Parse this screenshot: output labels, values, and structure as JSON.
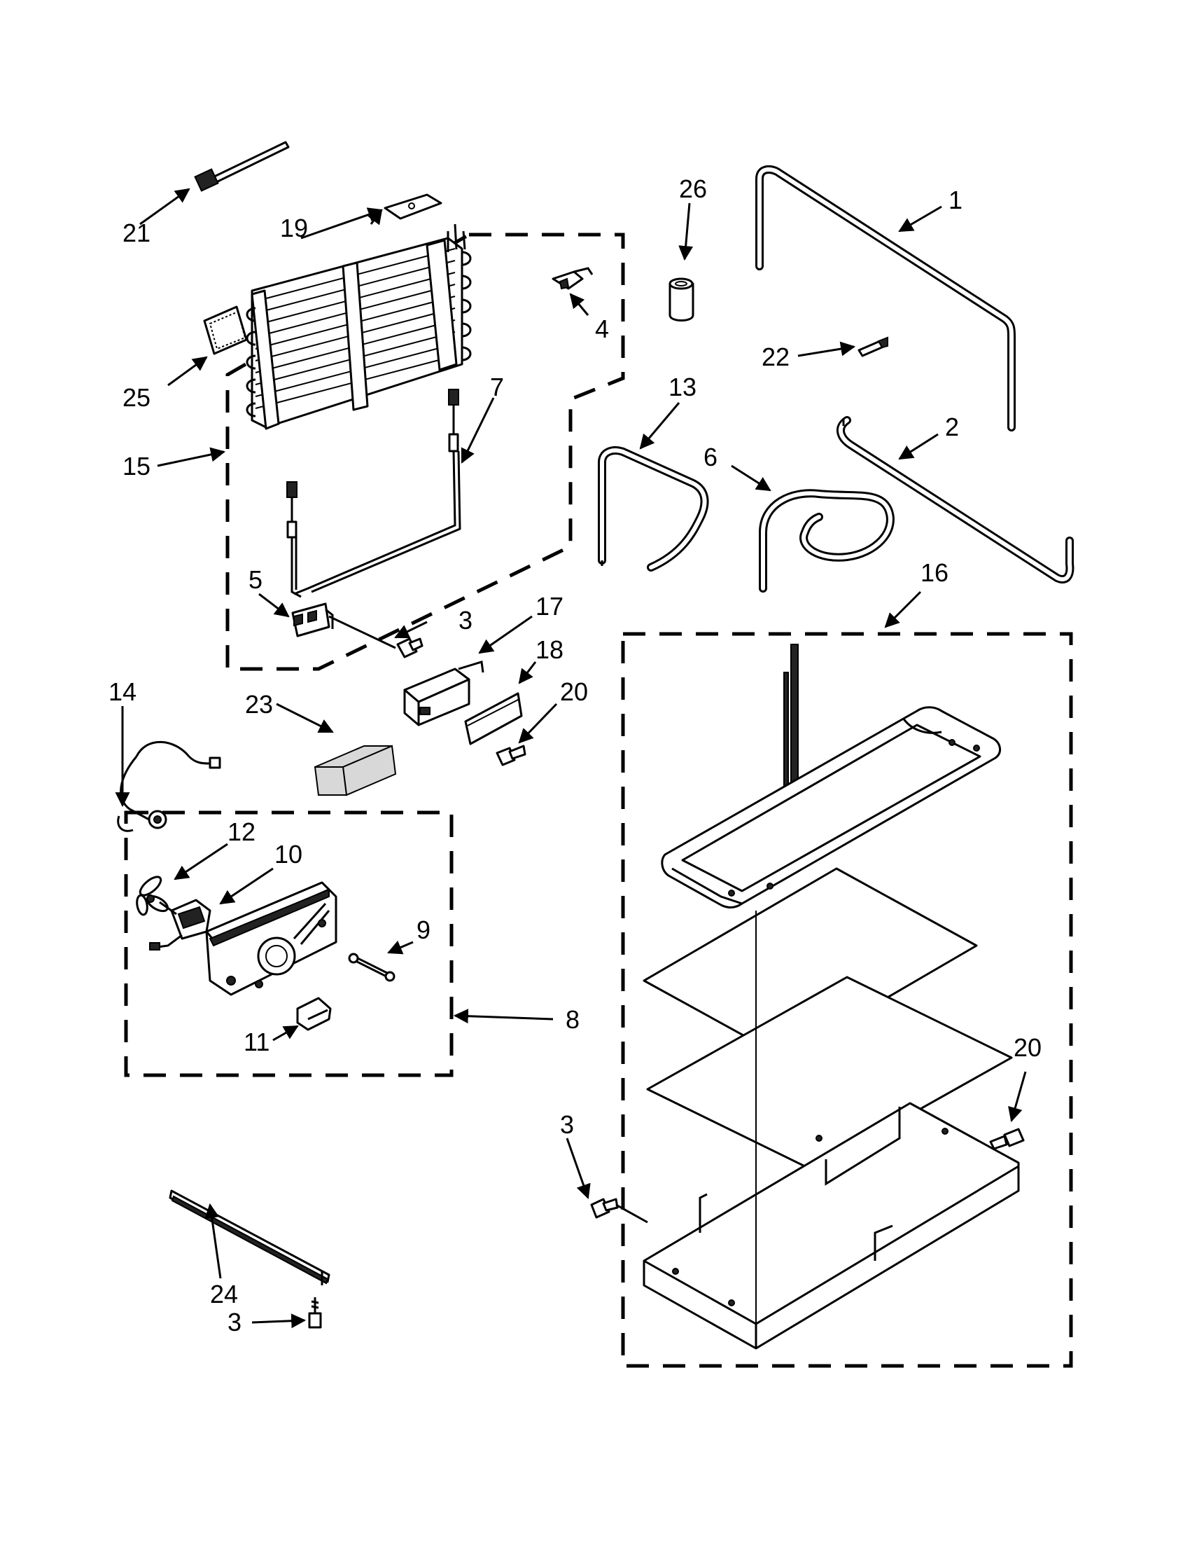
{
  "callouts": {
    "c1": "1",
    "c2": "2",
    "c3a": "3",
    "c3b": "3",
    "c3c": "3",
    "c4": "4",
    "c5": "5",
    "c6": "6",
    "c7": "7",
    "c8": "8",
    "c9": "9",
    "c10": "10",
    "c11": "11",
    "c12": "12",
    "c13": "13",
    "c14": "14",
    "c15": "15",
    "c16": "16",
    "c17": "17",
    "c18": "18",
    "c19": "19",
    "c20a": "20",
    "c20b": "20",
    "c21": "21",
    "c22": "22",
    "c23": "23",
    "c24": "24",
    "c25": "25",
    "c26": "26"
  },
  "colors": {
    "ink": "#000000",
    "paper": "#ffffff"
  }
}
